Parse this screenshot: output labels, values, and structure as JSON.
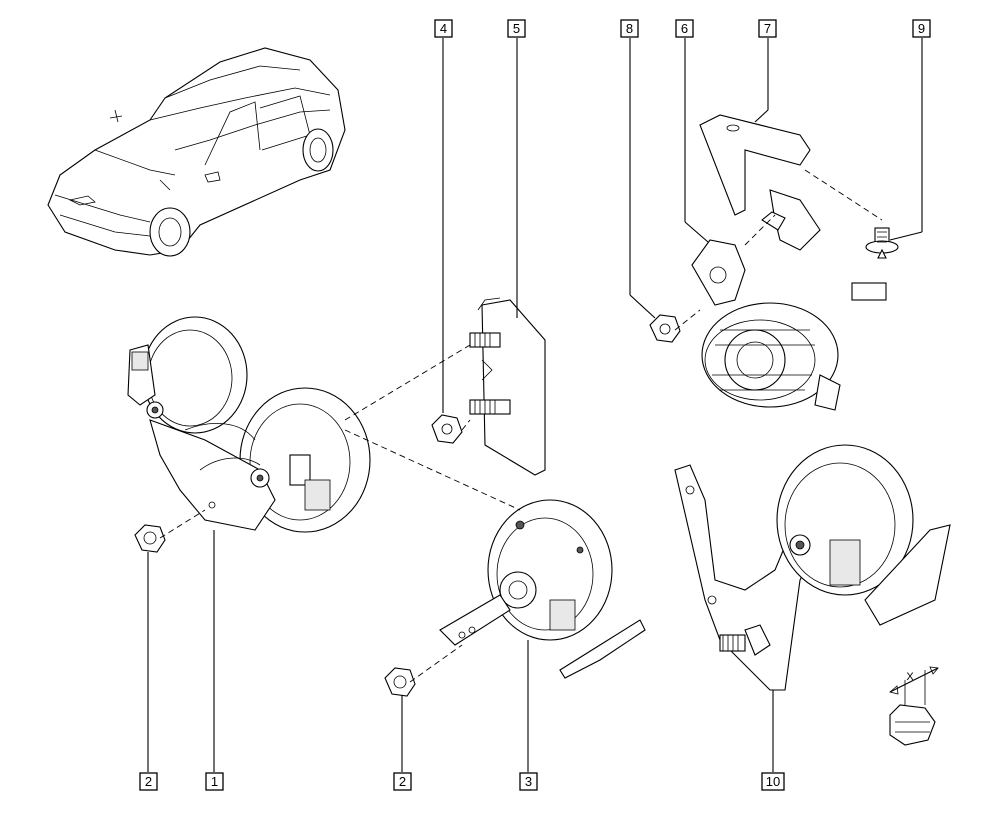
{
  "callouts": [
    {
      "id": "c1",
      "label": "1"
    },
    {
      "id": "c2a",
      "label": "2"
    },
    {
      "id": "c2b",
      "label": "2"
    },
    {
      "id": "c3",
      "label": "3"
    },
    {
      "id": "c4",
      "label": "4"
    },
    {
      "id": "c5",
      "label": "5"
    },
    {
      "id": "c6",
      "label": "6"
    },
    {
      "id": "c7",
      "label": "7"
    },
    {
      "id": "c8",
      "label": "8"
    },
    {
      "id": "c9",
      "label": "9"
    },
    {
      "id": "c10",
      "label": "10"
    }
  ],
  "dimension": {
    "label": "X"
  }
}
